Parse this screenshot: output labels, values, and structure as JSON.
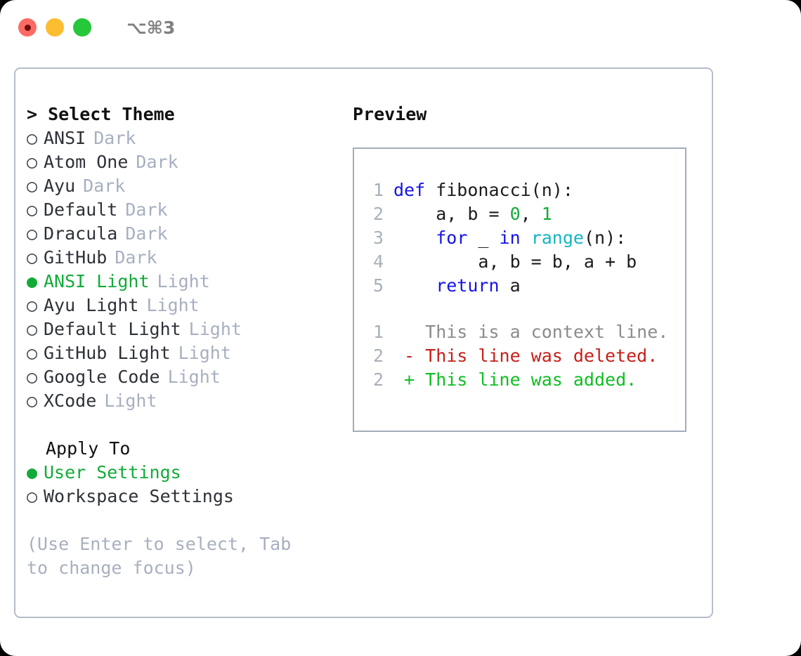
{
  "titlebar": {
    "lights": [
      {
        "name": "close",
        "color": "#fb6b63"
      },
      {
        "name": "minimize",
        "color": "#fcbd31"
      },
      {
        "name": "zoom",
        "color": "#25c73b"
      }
    ],
    "shortcut": "⌥⌘3"
  },
  "theme_panel": {
    "heading": "> Select Theme",
    "bullet_off": "○",
    "bullet_on": "●",
    "options": [
      {
        "label": "ANSI",
        "badge": "Dark",
        "selected": false
      },
      {
        "label": "Atom One",
        "badge": "Dark",
        "selected": false
      },
      {
        "label": "Ayu",
        "badge": "Dark",
        "selected": false
      },
      {
        "label": "Default",
        "badge": "Dark",
        "selected": false
      },
      {
        "label": "Dracula",
        "badge": "Dark",
        "selected": false
      },
      {
        "label": "GitHub",
        "badge": "Dark",
        "selected": false
      },
      {
        "label": "ANSI Light",
        "badge": "Light",
        "selected": true
      },
      {
        "label": "Ayu Light",
        "badge": "Light",
        "selected": false
      },
      {
        "label": "Default Light",
        "badge": "Light",
        "selected": false
      },
      {
        "label": "GitHub Light",
        "badge": "Light",
        "selected": false
      },
      {
        "label": "Google Code",
        "badge": "Light",
        "selected": false
      },
      {
        "label": "XCode",
        "badge": "Light",
        "selected": false
      }
    ]
  },
  "apply_to": {
    "heading": "Apply To",
    "options": [
      {
        "label": "User Settings",
        "selected": true
      },
      {
        "label": "Workspace Settings",
        "selected": false
      }
    ]
  },
  "hint": "(Use Enter to select, Tab to change focus)",
  "preview": {
    "heading": "Preview",
    "code_lines": [
      {
        "n": "1",
        "tokens": [
          {
            "t": "def",
            "c": "kw"
          },
          {
            "t": " fibonacci(n):",
            "c": "plain"
          }
        ]
      },
      {
        "n": "2",
        "tokens": [
          {
            "t": "    a, b = ",
            "c": "plain"
          },
          {
            "t": "0",
            "c": "num"
          },
          {
            "t": ", ",
            "c": "plain"
          },
          {
            "t": "1",
            "c": "num"
          }
        ]
      },
      {
        "n": "3",
        "tokens": [
          {
            "t": "    ",
            "c": "plain"
          },
          {
            "t": "for",
            "c": "kw"
          },
          {
            "t": " _ ",
            "c": "plain"
          },
          {
            "t": "in",
            "c": "kw"
          },
          {
            "t": " ",
            "c": "plain"
          },
          {
            "t": "range",
            "c": "fn"
          },
          {
            "t": "(n):",
            "c": "plain"
          }
        ]
      },
      {
        "n": "4",
        "tokens": [
          {
            "t": "        a, b = b, a + b",
            "c": "plain"
          }
        ]
      },
      {
        "n": "5",
        "tokens": [
          {
            "t": "    ",
            "c": "plain"
          },
          {
            "t": "return",
            "c": "kw"
          },
          {
            "t": " a",
            "c": "plain"
          }
        ]
      }
    ],
    "diff_lines": [
      {
        "n": "1",
        "text": "   This is a context line.",
        "kind": "ctx"
      },
      {
        "n": "2",
        "text": " - This line was deleted.",
        "kind": "del"
      },
      {
        "n": "2",
        "text": " + This line was added.",
        "kind": "add"
      }
    ]
  },
  "colors": {
    "accent_green": "#13ab38",
    "muted_gray": "#a7afc0",
    "keyword_blue": "#1414e6",
    "function_cyan": "#13b6c4",
    "diff_delete_red": "#c71f18",
    "diff_add_green": "#0fbe22",
    "card_border": "#b6bdc9",
    "preview_border": "#a3acbb"
  }
}
